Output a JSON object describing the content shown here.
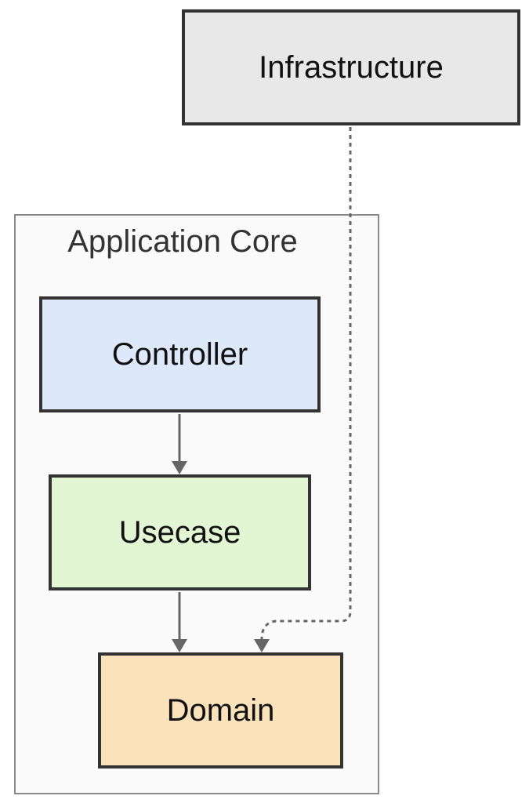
{
  "nodes": {
    "infrastructure": {
      "label": "Infrastructure",
      "fill": "#e8e8e8"
    },
    "controller": {
      "label": "Controller",
      "fill": "#dde9fb"
    },
    "usecase": {
      "label": "Usecase",
      "fill": "#e2f6d4"
    },
    "domain": {
      "label": "Domain",
      "fill": "#fae3bb"
    }
  },
  "groups": {
    "application_core": {
      "label": "Application Core"
    }
  },
  "edges": [
    {
      "from": "controller",
      "to": "usecase",
      "style": "solid"
    },
    {
      "from": "usecase",
      "to": "domain",
      "style": "solid"
    },
    {
      "from": "infrastructure",
      "to": "domain",
      "style": "dotted"
    }
  ],
  "colors": {
    "border": "#333333",
    "edge": "#666666",
    "group_border": "#8a8a8a",
    "group_fill": "#fafafa"
  }
}
